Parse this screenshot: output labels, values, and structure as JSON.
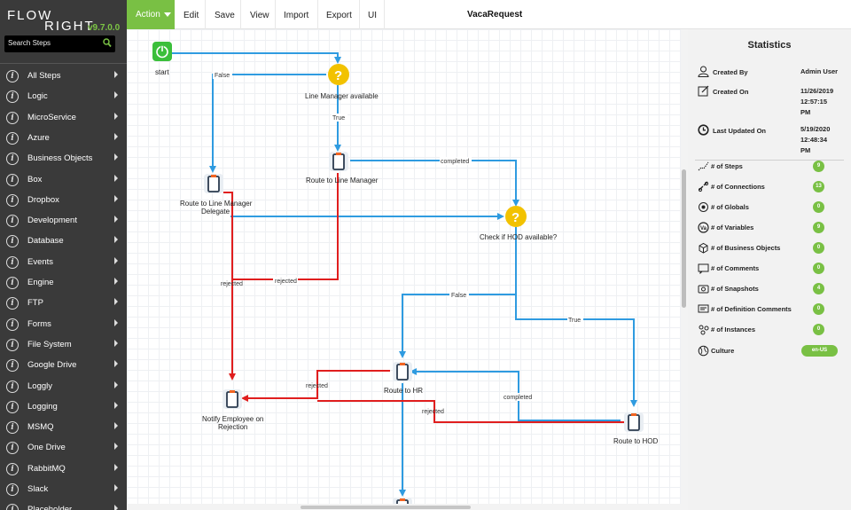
{
  "app": {
    "logo_line1": "FLOW",
    "logo_line2": "RIGHT",
    "version": "v9.7.0.0",
    "search_placeholder": "Search Steps"
  },
  "sidebar": {
    "items": [
      {
        "label": "All Steps"
      },
      {
        "label": "Logic"
      },
      {
        "label": "MicroService"
      },
      {
        "label": "Azure"
      },
      {
        "label": "Business Objects"
      },
      {
        "label": "Box"
      },
      {
        "label": "Dropbox"
      },
      {
        "label": "Development"
      },
      {
        "label": "Database"
      },
      {
        "label": "Events"
      },
      {
        "label": "Engine"
      },
      {
        "label": "FTP"
      },
      {
        "label": "Forms"
      },
      {
        "label": "File System"
      },
      {
        "label": "Google Drive"
      },
      {
        "label": "Loggly"
      },
      {
        "label": "Logging"
      },
      {
        "label": "MSMQ"
      },
      {
        "label": "One Drive"
      },
      {
        "label": "RabbitMQ"
      },
      {
        "label": "Slack"
      },
      {
        "label": "Placeholder"
      }
    ]
  },
  "toolbar": {
    "action_label": "Action",
    "edit_label": "Edit",
    "save_label": "Save",
    "view_label": "View",
    "import_label": "Import",
    "export_label": "Export",
    "ui_label": "UI",
    "document_title": "VacaRequest"
  },
  "workflow": {
    "nodes": {
      "start": "start",
      "line_manager_available": "Line Manager available",
      "route_to_line_manager": "Route to Line Manager",
      "route_to_delegate_1": "Route to Line Manager",
      "route_to_delegate_2": "Delegate",
      "check_hod": "Check if HOD available?",
      "notify_1": "Notify Employee on",
      "notify_2": "Rejection",
      "route_to_hr": "Route to HR",
      "route_to_hod": "Route to HOD"
    },
    "edges": {
      "false_1": "False",
      "true_1": "True",
      "completed_1": "completed",
      "rejected_1": "rejected",
      "rejected_2": "rejected",
      "false_2": "False",
      "true_2": "True",
      "rejected_3": "rejected",
      "completed_2": "completed",
      "rejected_4": "rejected"
    }
  },
  "stats": {
    "title": "Statistics",
    "created_by_label": "Created By",
    "created_by_value": "Admin User",
    "created_on_label": "Created On",
    "created_on_date": "11/26/2019",
    "created_on_time": "12:57:15",
    "created_on_ampm": "PM",
    "updated_label": "Last Updated On",
    "updated_date": "5/19/2020",
    "updated_time": "12:48:34",
    "updated_ampm": "PM",
    "counts": [
      {
        "label": "# of Steps",
        "value": "9"
      },
      {
        "label": "# of Connections",
        "value": "13"
      },
      {
        "label": "# of Globals",
        "value": "0"
      },
      {
        "label": "# of Variables",
        "value": "9"
      },
      {
        "label": "# of Business Objects",
        "value": "0"
      },
      {
        "label": "# of Comments",
        "value": "0"
      },
      {
        "label": "# of Snapshots",
        "value": "4"
      },
      {
        "label": "# of Definition Comments",
        "value": "0"
      },
      {
        "label": "# of Instances",
        "value": "0"
      }
    ],
    "culture_label": "Culture",
    "culture_value": "en-US"
  },
  "colors": {
    "accent": "#79c044",
    "sidebar": "#3a3a3a",
    "blue_edge": "#2f9be0",
    "red_edge": "#e01e1e",
    "decision": "#f2c200"
  }
}
